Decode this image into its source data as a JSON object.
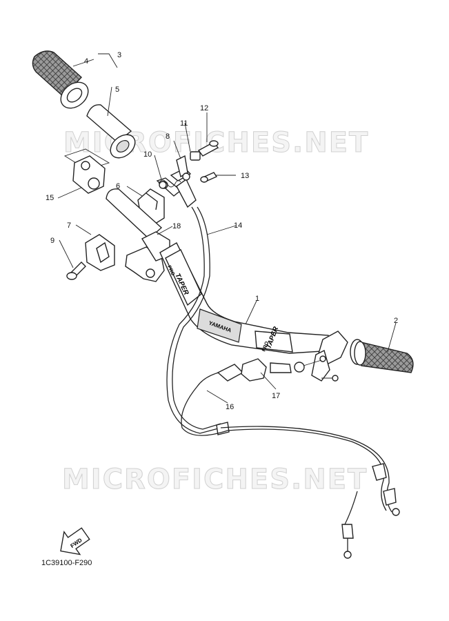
{
  "watermark": {
    "text_top": "MICROFICHES.NET",
    "text_bottom": "MICROFICHES.NET"
  },
  "handlebar_print": {
    "brand": "YAMAHA",
    "taper_left": "TAPER",
    "pro_left": "PRO",
    "taper_right": "TAPER",
    "pro_right": "PRO"
  },
  "fwd_arrow": {
    "label": "FWD"
  },
  "diagram_code": "1C39100-F290",
  "callouts": {
    "c1": "1",
    "c2": "2",
    "c3": "3",
    "c4": "4",
    "c5": "5",
    "c6": "6",
    "c7": "7",
    "c8": "8",
    "c9": "9",
    "c10": "10",
    "c11": "11",
    "c12": "12",
    "c13": "13",
    "c14": "14",
    "c15": "15",
    "c16": "16",
    "c17": "17",
    "c18": "18"
  }
}
